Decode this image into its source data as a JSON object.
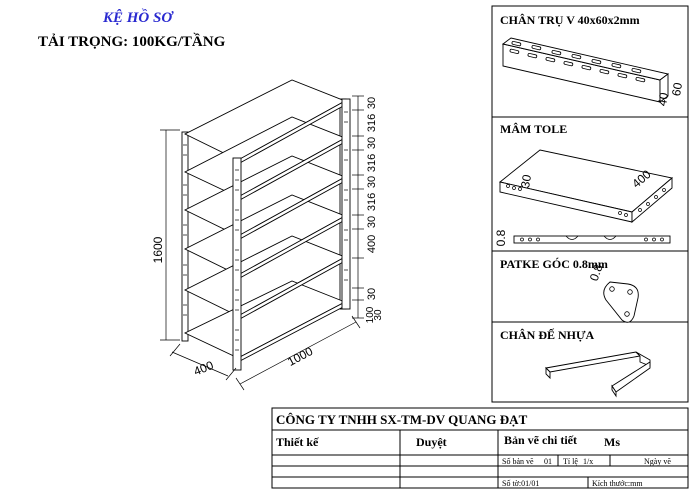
{
  "header": {
    "title": "KỆ HỒ SƠ",
    "load": "TẢI TRỌNG: 100KG/TẦNG"
  },
  "shelf_dims": {
    "height": "1600",
    "depth": "400",
    "width": "1000",
    "spacing_labels": [
      "30",
      "316",
      "30",
      "316",
      "30",
      "316",
      "30",
      "400",
      "30",
      "100",
      "30"
    ]
  },
  "parts": {
    "post": {
      "title": "CHÂN TRỤ V 40x60x2mm",
      "dim_a": "40",
      "dim_b": "60"
    },
    "tray": {
      "title": "MÂM TOLE",
      "dim_a": "30",
      "dim_b": "400",
      "thickness": "0.8"
    },
    "gusset": {
      "title": "PATKE GÓC 0.8mm",
      "thickness": "0.8"
    },
    "foot": {
      "title": "CHÂN ĐẾ NHỰA"
    }
  },
  "title_block": {
    "company": "CÔNG TY TNHH SX-TM-DV QUANG ĐẠT",
    "designer_label": "Thiết kế",
    "approver_label": "Duyệt",
    "drawing_label": "Bản vẽ chi tiết",
    "ms_label": "Ms",
    "drawing_no_label": "Số bản vẽ",
    "drawing_no": "01",
    "scale_label": "Tỉ lệ",
    "scale": "1/x",
    "date_label": "Ngày vẽ",
    "sheet_label": "Số tờ:01/01",
    "size_label": "Kích thước:mm"
  },
  "colors": {
    "title_blue": "#2a2ad0",
    "line": "#000000"
  }
}
